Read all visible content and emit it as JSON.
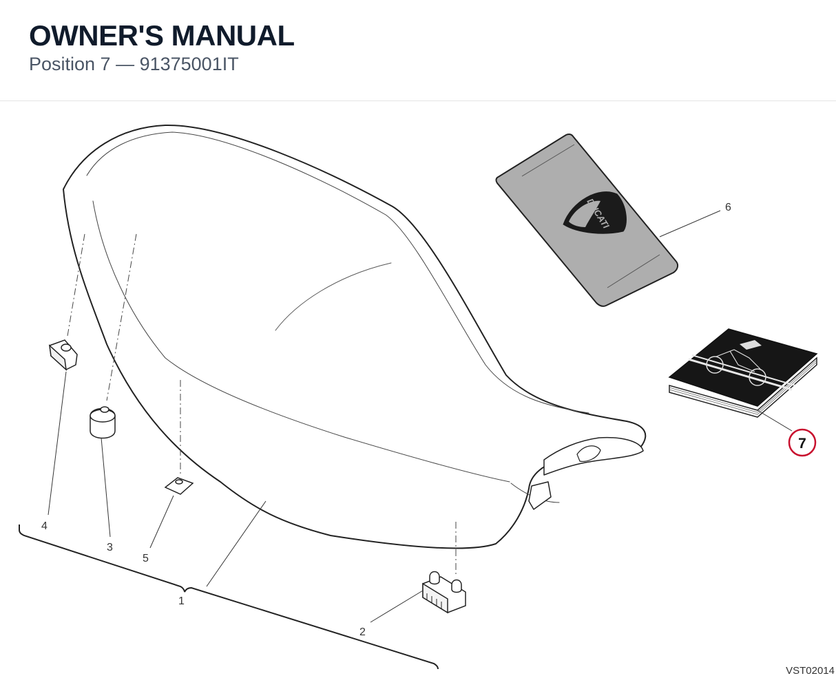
{
  "header": {
    "title": "OWNER'S MANUAL",
    "subtitle": "Position 7 — 91375001IT"
  },
  "diagram": {
    "callouts": [
      "1",
      "2",
      "3",
      "4",
      "5",
      "6",
      "7"
    ],
    "highlighted_callout": "7",
    "highlight_color": "#c8102e",
    "logo_text": "DUCATI",
    "drawing_code": "VST02014"
  }
}
